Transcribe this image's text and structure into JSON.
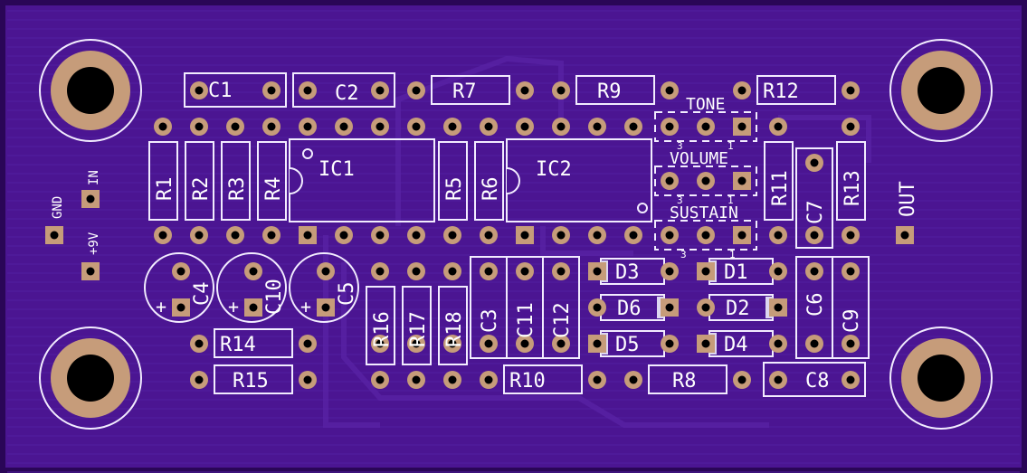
{
  "colors": {
    "board": "#4b1592",
    "board_edge": "#2a0657",
    "trace": "#5a24a6",
    "silk": "#f2ecff",
    "pad": "#c69c7a",
    "hole": "#000000"
  },
  "labels": {
    "C1": "C1",
    "C2": "C2",
    "R7": "R7",
    "R9": "R9",
    "R12": "R12",
    "R1": "R1",
    "R2": "R2",
    "R3": "R3",
    "R4": "R4",
    "IC1": "IC1",
    "R5": "R5",
    "R6": "R6",
    "IC2": "IC2",
    "R11": "R11",
    "R13": "R13",
    "C7": "C7",
    "TONE": "TONE",
    "VOLUME": "VOLUME",
    "SUSTAIN": "SUSTAIN",
    "pot_pin3": "3",
    "pot_pin1": "1",
    "IN": "IN",
    "GND": "GND",
    "V9": "+9V",
    "OUT": "OUT",
    "C4": "C4",
    "C10": "C10",
    "C5": "C5",
    "plus": "+",
    "R16": "R16",
    "R17": "R17",
    "R18": "R18",
    "C3": "C3",
    "C11": "C11",
    "C12": "C12",
    "D3": "D3",
    "D6": "D6",
    "D5": "D5",
    "D1": "D1",
    "D2": "D2",
    "D4": "D4",
    "C6": "C6",
    "C9": "C9",
    "R14": "R14",
    "R15": "R15",
    "R10": "R10",
    "R8": "R8",
    "C8": "C8"
  }
}
